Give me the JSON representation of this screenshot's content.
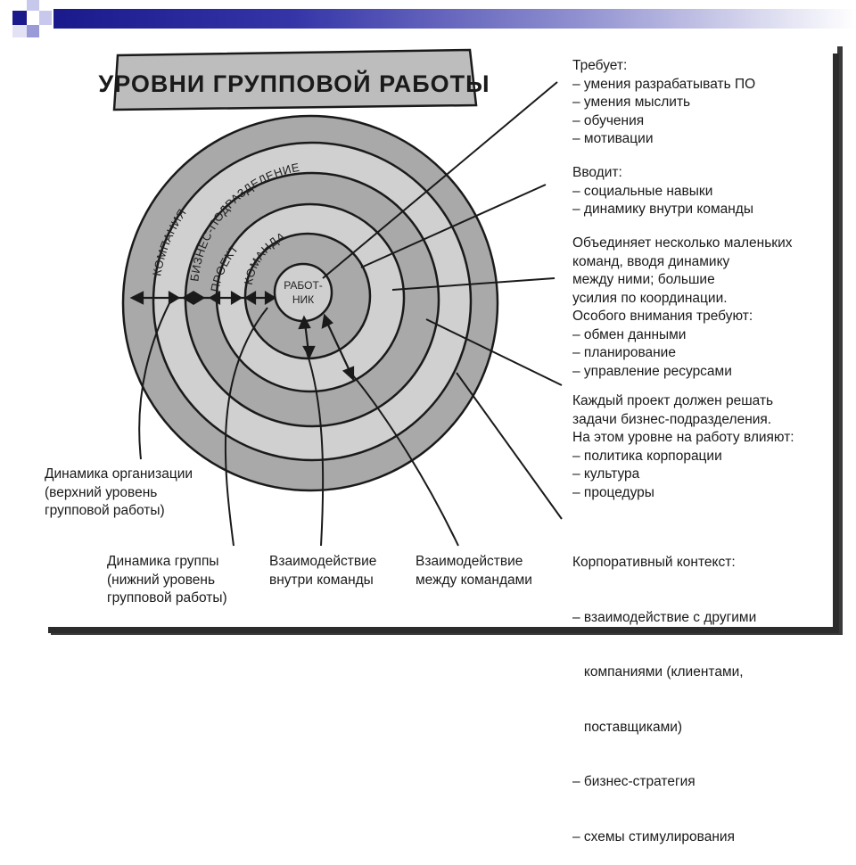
{
  "title": "УРОВНИ ГРУППОВОЙ РАБОТЫ",
  "ring_labels": {
    "company": "КОМПАНИЯ",
    "business_unit": "БИЗНЕС-ПОДРАЗДЕЛЕНИЕ",
    "project": "ПРОЕКТ",
    "team": "КОМАНДА",
    "worker_line1": "РАБОТ-",
    "worker_line2": "НИК"
  },
  "annotations": {
    "requires": {
      "heading": "Требует:",
      "items": [
        "– умения разрабатывать ПО",
        "– умения мыслить",
        "– обучения",
        "– мотивации"
      ]
    },
    "introduces": {
      "heading": "Вводит:",
      "items": [
        "– социальные навыки",
        "– динамику внутри команды"
      ]
    },
    "combines": {
      "lines": [
        "Объединяет несколько маленьких",
        "команд, вводя динамику",
        "между ними; большие",
        "усилия по координации.",
        "Особого внимания требуют:"
      ],
      "items": [
        "– обмен данными",
        "– планирование",
        "– управление ресурсами"
      ]
    },
    "project": {
      "lines": [
        "Каждый проект должен решать",
        "задачи бизнес-подразделения.",
        "На этом уровне на работу влияют:"
      ],
      "items": [
        "– политика корпорации",
        "– культура",
        "– процедуры"
      ]
    },
    "corporate": {
      "heading": "Корпоративный контекст:",
      "items": [
        "– взаимодействие с другими",
        "   компаниями (клиентами,",
        "   поставщиками)",
        "– бизнес-стратегия",
        "– схемы стимулирования"
      ]
    }
  },
  "bottom_labels": {
    "org_dynamics": [
      "Динамика организации",
      "(верхний уровень",
      "групповой работы)"
    ],
    "group_dynamics": [
      "Динамика группы",
      "(нижний уровень",
      "групповой работы)"
    ],
    "within_team": [
      "Взаимодействие",
      "внутри команды"
    ],
    "between_teams": [
      "Взаимодействие",
      "между командами"
    ]
  },
  "colors": {
    "topbar_dark": "#1a1a8c",
    "ring_dark": "#a9a9a9",
    "ring_light": "#d0d0d0",
    "title_box": "#bdbdbd"
  }
}
